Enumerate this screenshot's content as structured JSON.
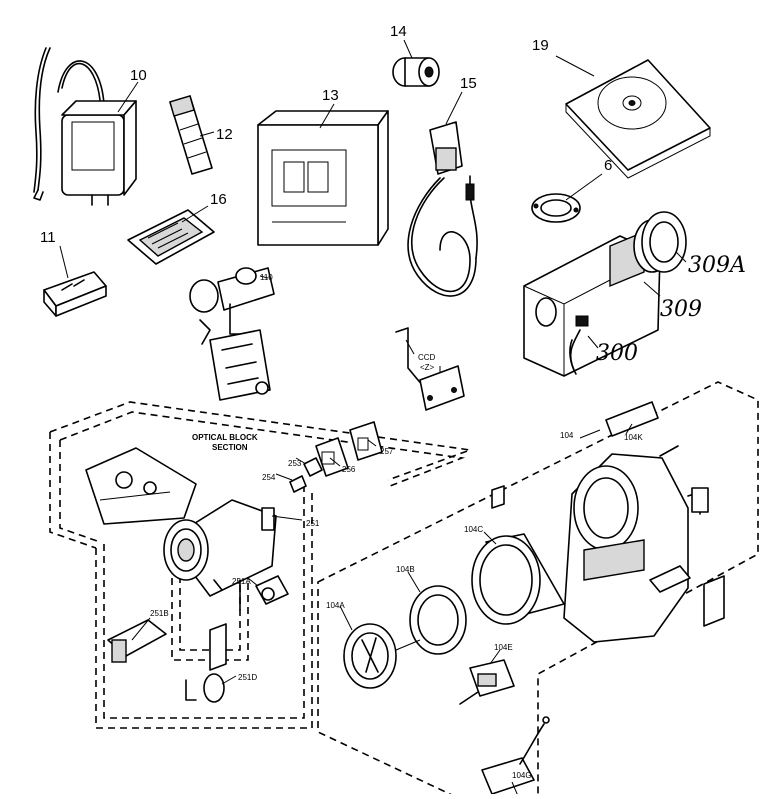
{
  "labels": {
    "p10": "10",
    "p11": "11",
    "p12": "12",
    "p13": "13",
    "p14": "14",
    "p15": "15",
    "p16": "16",
    "p19": "19",
    "p6": "6",
    "p110": "110",
    "p309a": "309A",
    "p309": "309",
    "p300": "300",
    "ccd": "CCD",
    "ccd_sub": "<Z>",
    "obs1": "OPTICAL BLOCK",
    "obs2": "SECTION",
    "p254": "254",
    "p253": "253",
    "p256": "256",
    "p257": "257",
    "p251": "251",
    "p251a": "251A",
    "p251b": "251B",
    "p251d": "251D",
    "p104": "104",
    "p104k": "104K",
    "p104c": "104C",
    "p104b": "104B",
    "p104a": "104A",
    "p104e": "104E",
    "p104g": "104G"
  }
}
